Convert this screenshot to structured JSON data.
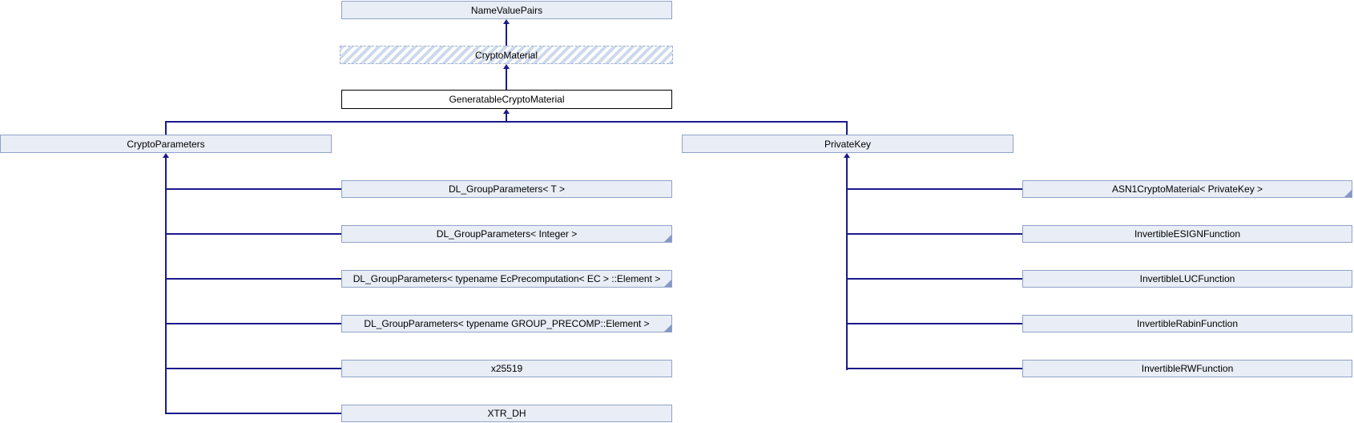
{
  "diagram": {
    "kind": "class-inheritance-graph",
    "focus_class": "GeneratableCryptoMaterial"
  },
  "nodes": {
    "name_value_pairs": {
      "label": "NameValuePairs",
      "style": "documented"
    },
    "crypto_material": {
      "label": "CryptoMaterial",
      "style": "undocumented-hatched"
    },
    "generatable_crypto_material": {
      "label": "GeneratableCryptoMaterial",
      "style": "current"
    },
    "crypto_parameters": {
      "label": "CryptoParameters",
      "style": "documented"
    },
    "private_key": {
      "label": "PrivateKey",
      "style": "documented"
    },
    "left_children": [
      {
        "label": "DL_GroupParameters< T >",
        "truncated": false
      },
      {
        "label": "DL_GroupParameters< Integer >",
        "truncated": true
      },
      {
        "label": "DL_GroupParameters< typename EcPrecomputation< EC > ::Element >",
        "truncated": true
      },
      {
        "label": "DL_GroupParameters< typename GROUP_PRECOMP::Element >",
        "truncated": true
      },
      {
        "label": "x25519",
        "truncated": false
      },
      {
        "label": "XTR_DH",
        "truncated": false
      }
    ],
    "right_children": [
      {
        "label": "ASN1CryptoMaterial< PrivateKey >",
        "truncated": true
      },
      {
        "label": "InvertibleESIGNFunction",
        "truncated": false
      },
      {
        "label": "InvertibleLUCFunction",
        "truncated": false
      },
      {
        "label": "InvertibleRabinFunction",
        "truncated": false
      },
      {
        "label": "InvertibleRWFunction",
        "truncated": false
      }
    ]
  },
  "edges": [
    {
      "from": "CryptoMaterial",
      "to": "NameValuePairs",
      "type": "inherits"
    },
    {
      "from": "GeneratableCryptoMaterial",
      "to": "CryptoMaterial",
      "type": "inherits"
    },
    {
      "from": "CryptoParameters",
      "to": "GeneratableCryptoMaterial",
      "type": "inherits"
    },
    {
      "from": "PrivateKey",
      "to": "GeneratableCryptoMaterial",
      "type": "inherits"
    },
    {
      "from": "DL_GroupParameters< T >",
      "to": "CryptoParameters",
      "type": "inherits"
    },
    {
      "from": "DL_GroupParameters< Integer >",
      "to": "CryptoParameters",
      "type": "inherits"
    },
    {
      "from": "DL_GroupParameters< typename EcPrecomputation< EC > ::Element >",
      "to": "CryptoParameters",
      "type": "inherits"
    },
    {
      "from": "DL_GroupParameters< typename GROUP_PRECOMP::Element >",
      "to": "CryptoParameters",
      "type": "inherits"
    },
    {
      "from": "x25519",
      "to": "CryptoParameters",
      "type": "inherits"
    },
    {
      "from": "XTR_DH",
      "to": "CryptoParameters",
      "type": "inherits"
    },
    {
      "from": "ASN1CryptoMaterial< PrivateKey >",
      "to": "PrivateKey",
      "type": "inherits"
    },
    {
      "from": "InvertibleESIGNFunction",
      "to": "PrivateKey",
      "type": "inherits"
    },
    {
      "from": "InvertibleLUCFunction",
      "to": "PrivateKey",
      "type": "inherits"
    },
    {
      "from": "InvertibleRabinFunction",
      "to": "PrivateKey",
      "type": "inherits"
    },
    {
      "from": "InvertibleRWFunction",
      "to": "PrivateKey",
      "type": "inherits"
    }
  ],
  "colors": {
    "node_fill": "#e8edf6",
    "node_border": "#92a2c8",
    "current_node_border": "#000000",
    "current_node_fill": "#ffffff",
    "hatch_stripe": "#cdd9ec",
    "hatch_border": "#9db0d6",
    "edge": "#1a1a8c",
    "fold_marker": "#8698c6",
    "background": "#ffffff"
  }
}
